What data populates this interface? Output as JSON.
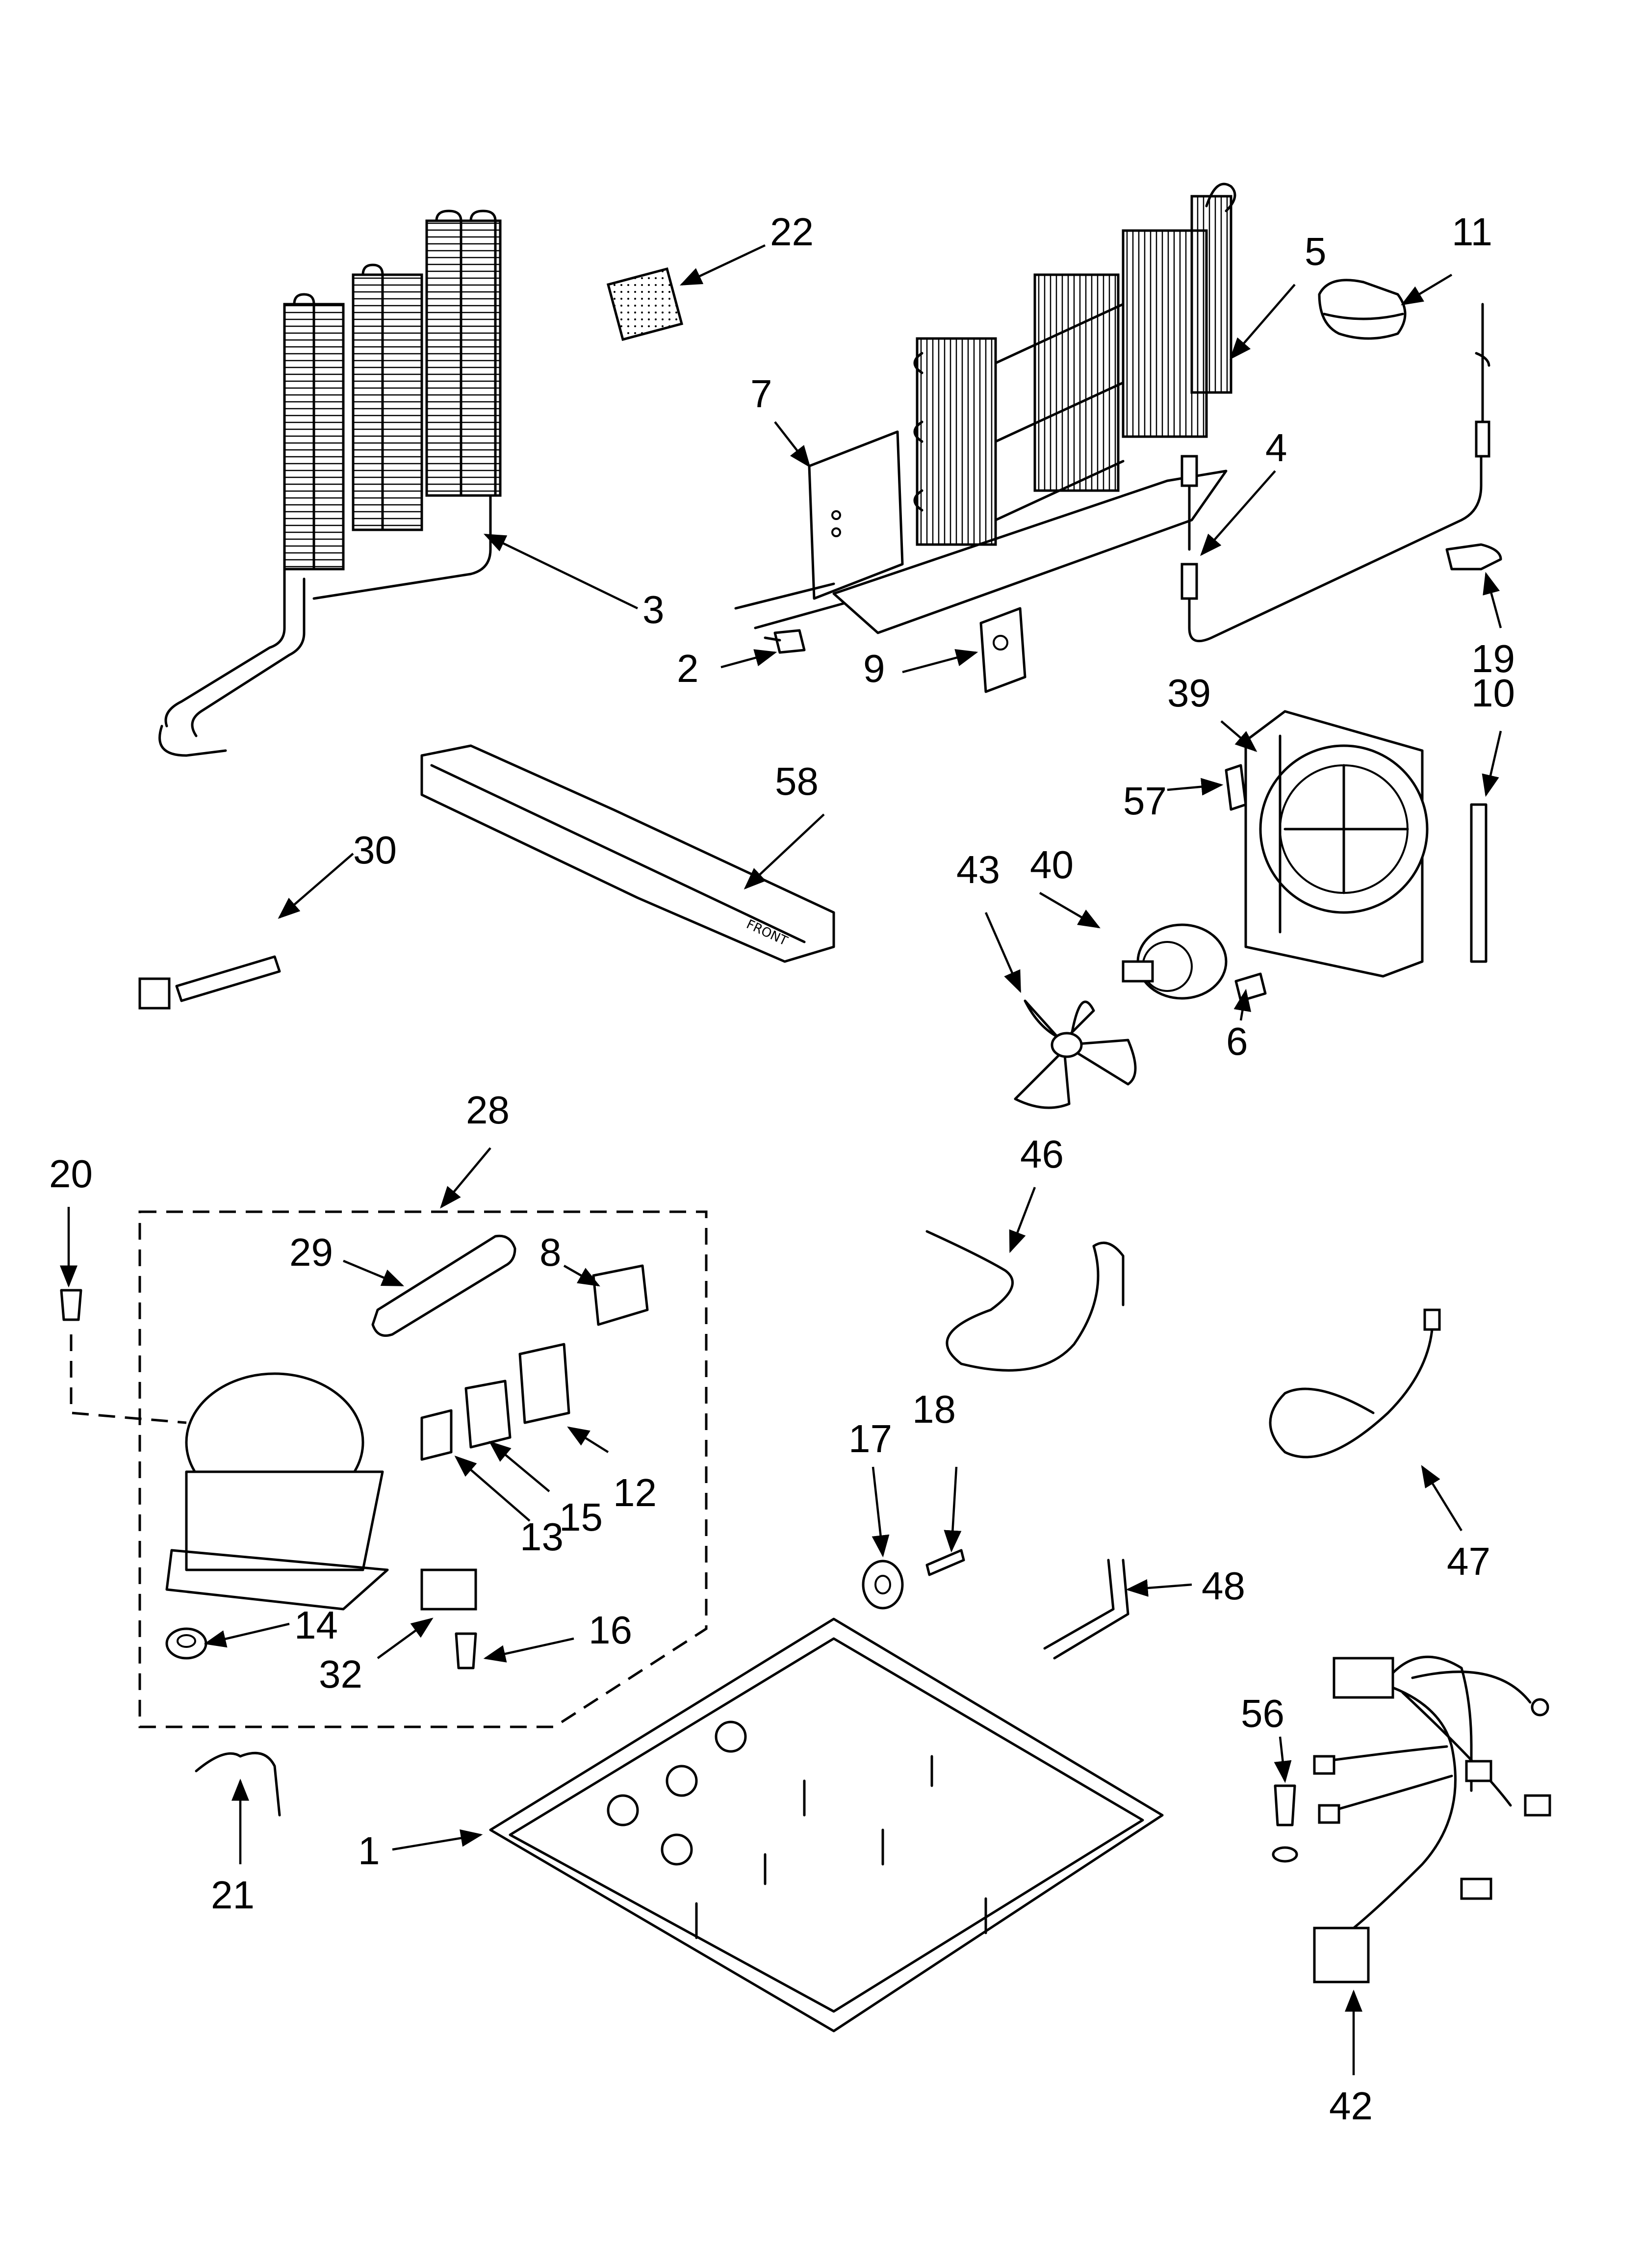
{
  "callouts": {
    "p1": "1",
    "p2": "2",
    "p3": "3",
    "p4": "4",
    "p5": "5",
    "p6": "6",
    "p7": "7",
    "p8": "8",
    "p9": "9",
    "p10": "10",
    "p11": "11",
    "p12": "12",
    "p13": "13",
    "p14": "14",
    "p15": "15",
    "p16": "16",
    "p17": "17",
    "p18": "18",
    "p19": "19",
    "p20": "20",
    "p21": "21",
    "p22": "22",
    "p28": "28",
    "p29": "29",
    "p30": "30",
    "p32": "32",
    "p39": "39",
    "p40": "40",
    "p42": "42",
    "p43": "43",
    "p46": "46",
    "p47": "47",
    "p48": "48",
    "p56": "56",
    "p57": "57",
    "p58": "58"
  },
  "drain_pan_marking": "FRONT"
}
